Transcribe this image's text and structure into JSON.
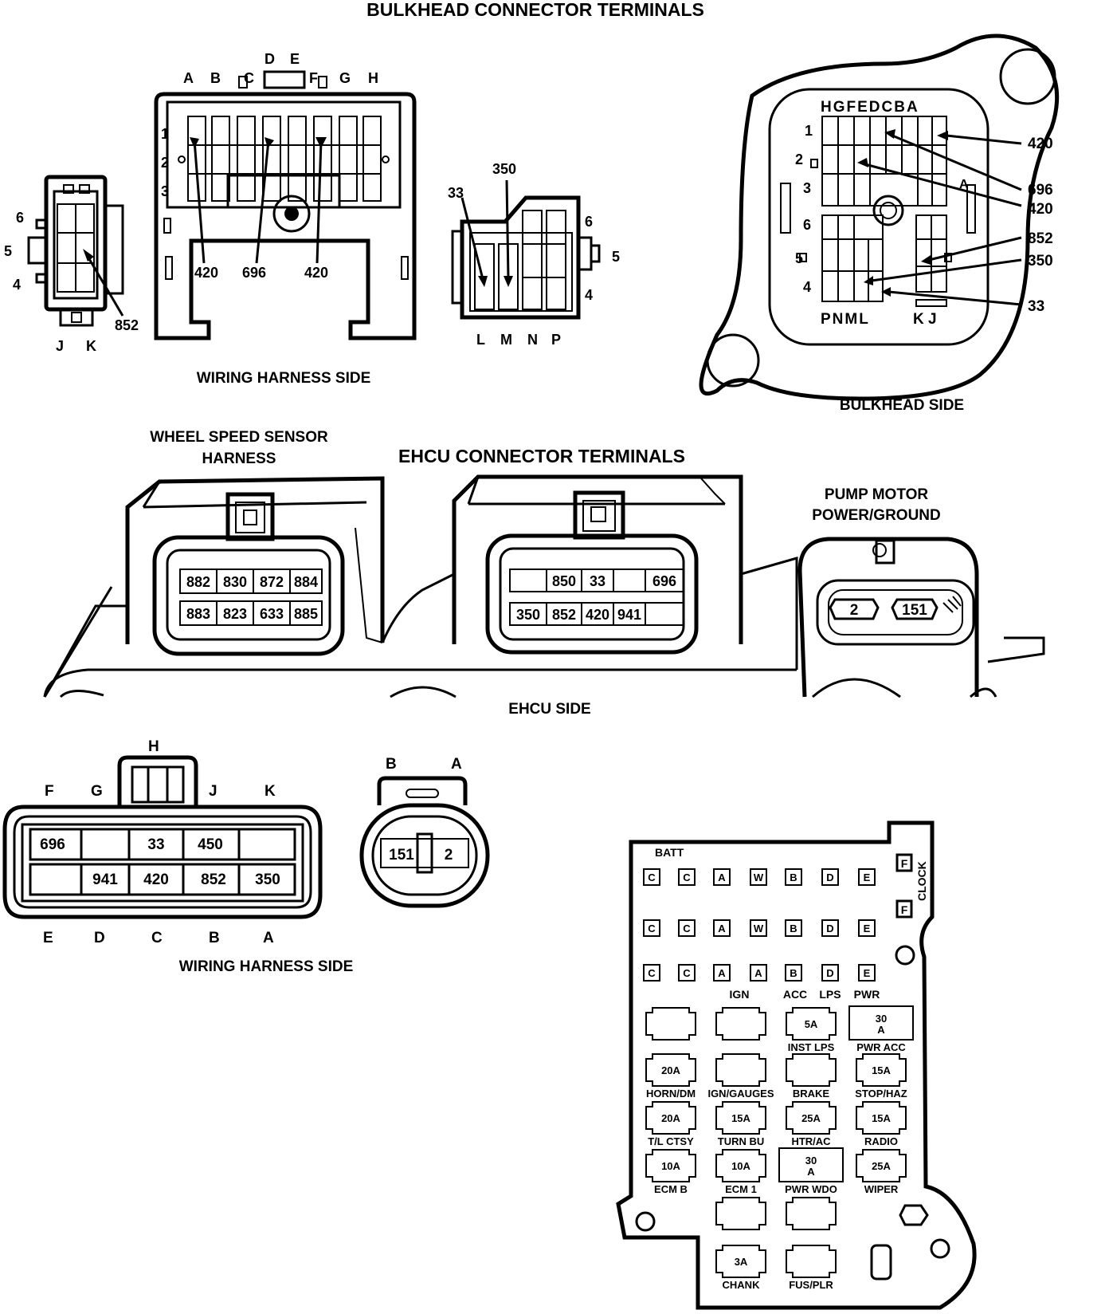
{
  "titles": {
    "bulkhead": "BULKHEAD CONNECTOR TERMINALS",
    "wiring_side_top": "WIRING HARNESS SIDE",
    "bulkhead_side": "BULKHEAD SIDE",
    "wheel_speed_1": "WHEEL SPEED SENSOR",
    "wheel_speed_2": "HARNESS",
    "ehcu": "EHCU CONNECTOR TERMINALS",
    "pump_1": "PUMP MOTOR",
    "pump_2": "POWER/GROUND",
    "ehcu_side": "EHCU SIDE",
    "wiring_side_bottom": "WIRING HARNESS SIDE"
  },
  "harness_top": {
    "left_rows": [
      "6",
      "5",
      "4"
    ],
    "left_cols": [
      "J",
      "K"
    ],
    "left_wire": "852",
    "mid_cols": [
      "A",
      "B",
      "C",
      "D",
      "E",
      "F",
      "G",
      "H"
    ],
    "mid_rows": [
      "1",
      "2",
      "3"
    ],
    "mid_wires": [
      "420",
      "696",
      "420"
    ],
    "right_wires": [
      "33",
      "350"
    ],
    "right_rows": [
      "6",
      "5",
      "4"
    ],
    "right_cols": [
      "L",
      "M",
      "N",
      "P"
    ]
  },
  "bulkhead": {
    "cols_top": "HGFEDCBA",
    "row_labels": [
      "1",
      "2",
      "3",
      "6",
      "5",
      "4"
    ],
    "cols_bottom_left": "PNML",
    "cols_bottom_right": "K J",
    "marker": "A",
    "callouts": [
      "420",
      "696",
      "420",
      "852",
      "350",
      "33"
    ]
  },
  "ehcu": {
    "wheel_row1": [
      "882",
      "830",
      "872",
      "884"
    ],
    "wheel_row2": [
      "883",
      "823",
      "633",
      "885"
    ],
    "main_row1": [
      "",
      "850",
      "33",
      "",
      "696"
    ],
    "main_row2": [
      "350",
      "852",
      "420",
      "941",
      ""
    ],
    "pump": [
      "2",
      "151"
    ]
  },
  "harness_bottom": {
    "top_letters": [
      "F",
      "G",
      "H",
      "J",
      "K"
    ],
    "row1": [
      "696",
      "",
      "33",
      "450",
      ""
    ],
    "row2": [
      "",
      "941",
      "420",
      "852",
      "350"
    ],
    "bottom_letters": [
      "E",
      "D",
      "C",
      "B",
      "A"
    ],
    "small_letters": [
      "B",
      "A"
    ],
    "small_cells": [
      "151",
      "2"
    ]
  },
  "fuse_box": {
    "batt": "BATT",
    "clock": "CLOCK",
    "f_label": "F",
    "row1": [
      "C",
      "C",
      "A",
      "W",
      "B",
      "D",
      "E"
    ],
    "row2": [
      "C",
      "C",
      "A",
      "W",
      "B",
      "D",
      "E"
    ],
    "row3": [
      "C",
      "C",
      "A",
      "A",
      "B",
      "D",
      "E"
    ],
    "col_labels": [
      "IGN",
      "ACC",
      "LPS",
      "PWR"
    ],
    "fuses": [
      {
        "rating": "",
        "label": ""
      },
      {
        "rating": "",
        "label": ""
      },
      {
        "rating": "5A",
        "label": "INST LPS"
      },
      {
        "rating": "30\nA",
        "label": "PWR ACC"
      },
      {
        "rating": "20A",
        "label": "HORN/DM"
      },
      {
        "rating": "",
        "label": "IGN/GAUGES"
      },
      {
        "rating": "",
        "label": "BRAKE"
      },
      {
        "rating": "15A",
        "label": "STOP/HAZ"
      },
      {
        "rating": "20A",
        "label": "T/L CTSY"
      },
      {
        "rating": "15A",
        "label": "TURN BU"
      },
      {
        "rating": "25A",
        "label": "HTR/AC"
      },
      {
        "rating": "15A",
        "label": "RADIO"
      },
      {
        "rating": "10A",
        "label": "ECM B"
      },
      {
        "rating": "10A",
        "label": "ECM 1"
      },
      {
        "rating": "30\nA",
        "label": "PWR WDO"
      },
      {
        "rating": "25A",
        "label": "WIPER"
      },
      {
        "rating": "",
        "label": ""
      },
      {
        "rating": "",
        "label": ""
      },
      {
        "rating": "3A",
        "label": "CHANK"
      },
      {
        "rating": "",
        "label": "FUS/PLR"
      }
    ]
  }
}
